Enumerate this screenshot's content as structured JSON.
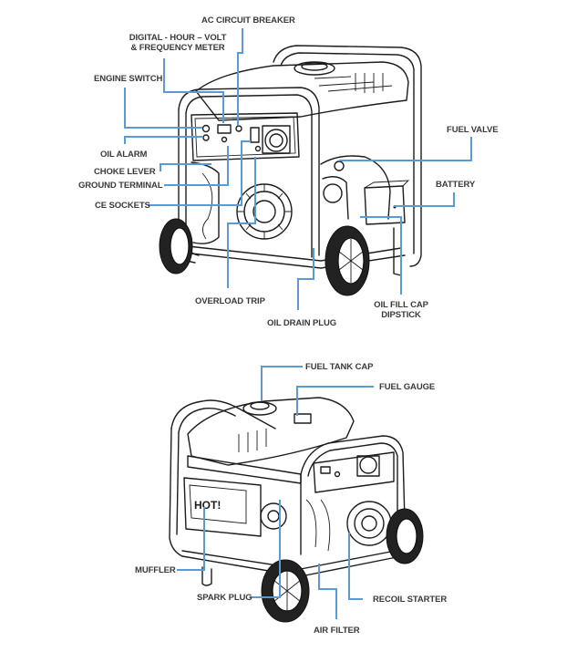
{
  "diagram": {
    "leader_color": "#5b9bd5",
    "text_color": "#3a3a3a",
    "top_view": {
      "labels": {
        "ac_circuit_breaker": "AC CIRCUIT BREAKER",
        "meter_line1": "DIGITAL - HOUR – VOLT",
        "meter_line2": "& FREQUENCY METER",
        "engine_switch": "ENGINE SWITCH",
        "oil_alarm": "OIL ALARM",
        "choke_lever": "CHOKE LEVER",
        "ground_terminal": "GROUND TERMINAL",
        "ce_sockets": "CE SOCKETS",
        "overload_trip": "OVERLOAD TRIP",
        "oil_drain_plug": "OIL DRAIN PLUG",
        "oil_fill_line1": "OIL FILL CAP",
        "oil_fill_line2": "DIPSTICK",
        "fuel_valve": "FUEL VALVE",
        "battery": "BATTERY"
      }
    },
    "bottom_view": {
      "labels": {
        "fuel_tank_cap": "FUEL TANK CAP",
        "fuel_gauge": "FUEL GAUGE",
        "muffler": "MUFFLER",
        "spark_plug": "SPARK PLUG",
        "recoil_starter": "RECOIL STARTER",
        "air_filter": "AIR FILTER"
      },
      "hot_sign": "HOT!"
    }
  }
}
